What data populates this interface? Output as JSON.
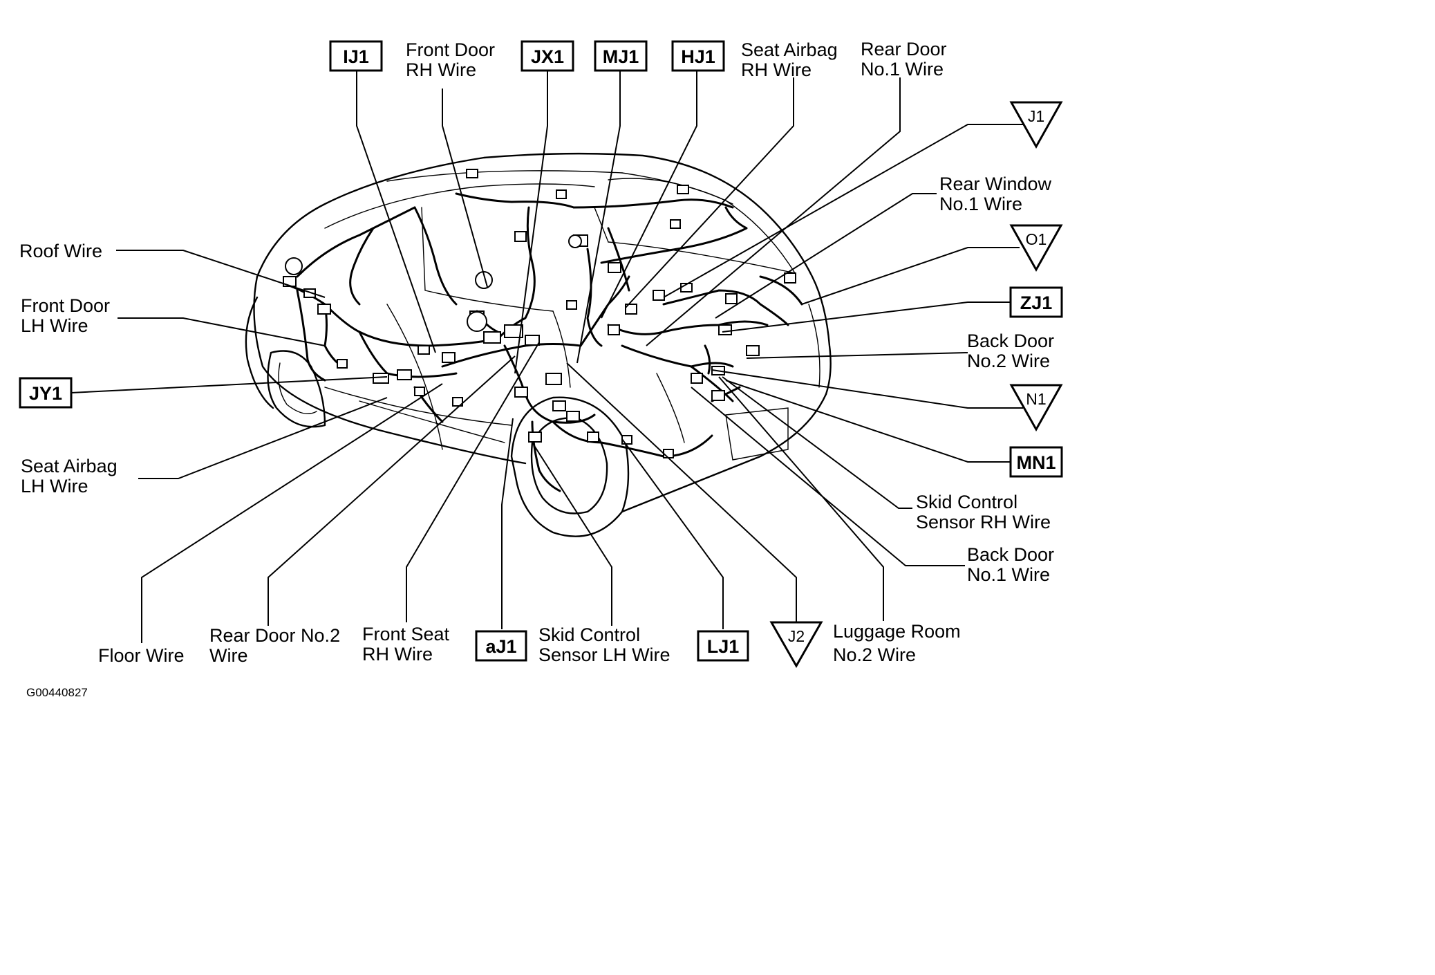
{
  "wire_labels": {
    "roof": [
      "Roof Wire"
    ],
    "front_door_lh": [
      "Front Door",
      "LH Wire"
    ],
    "seat_airbag_lh": [
      "Seat Airbag",
      "LH Wire"
    ],
    "floor": [
      "Floor Wire"
    ],
    "rear_door_no2": [
      "Rear Door No.2",
      "Wire"
    ],
    "front_seat_rh": [
      "Front Seat",
      "RH Wire"
    ],
    "skid_control_lh": [
      "Skid Control",
      "Sensor LH Wire"
    ],
    "luggage_room_no2": [
      "Luggage Room",
      "No.2 Wire"
    ],
    "front_door_rh": [
      "Front Door",
      "RH Wire"
    ],
    "seat_airbag_rh": [
      "Seat Airbag",
      "RH Wire"
    ],
    "rear_door_no1": [
      "Rear Door",
      "No.1 Wire"
    ],
    "rear_window_no1": [
      "Rear Window",
      "No.1 Wire"
    ],
    "back_door_no2": [
      "Back Door",
      "No.2 Wire"
    ],
    "skid_control_rh": [
      "Skid Control",
      "Sensor RH Wire"
    ],
    "back_door_no1": [
      "Back Door",
      "No.1 Wire"
    ]
  },
  "junction_connectors": {
    "IJ1": "IJ1",
    "JX1": "JX1",
    "MJ1": "MJ1",
    "HJ1": "HJ1",
    "JY1": "JY1",
    "ZJ1": "ZJ1",
    "MN1": "MN1",
    "aJ1": "aJ1",
    "LJ1": "LJ1"
  },
  "ground_points": {
    "J1": "J1",
    "O1": "O1",
    "N1": "N1",
    "J2": "J2"
  },
  "figure_code": "G00440827"
}
